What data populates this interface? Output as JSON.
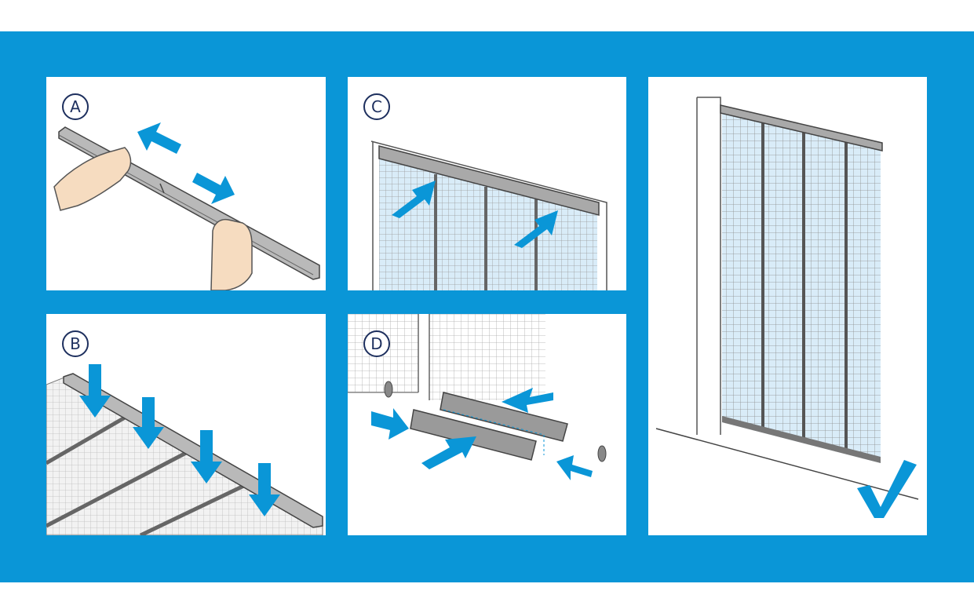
{
  "colors": {
    "frame_blue": "#0a96d7",
    "arrow_blue": "#0a96d7",
    "badge_navy": "#1d2f5e",
    "check_blue": "#0a96d7",
    "rail_grey": "#9a9a9a",
    "mesh_blue": "#cfe6f5"
  },
  "steps": [
    {
      "letter": "A",
      "icon": "rail-extend-illustration"
    },
    {
      "letter": "B",
      "icon": "panels-hang-illustration"
    },
    {
      "letter": "C",
      "icon": "rail-mount-illustration"
    },
    {
      "letter": "D",
      "icon": "bottom-bar-assembly-illustration"
    }
  ],
  "result": {
    "icon": "checkmark-icon"
  }
}
